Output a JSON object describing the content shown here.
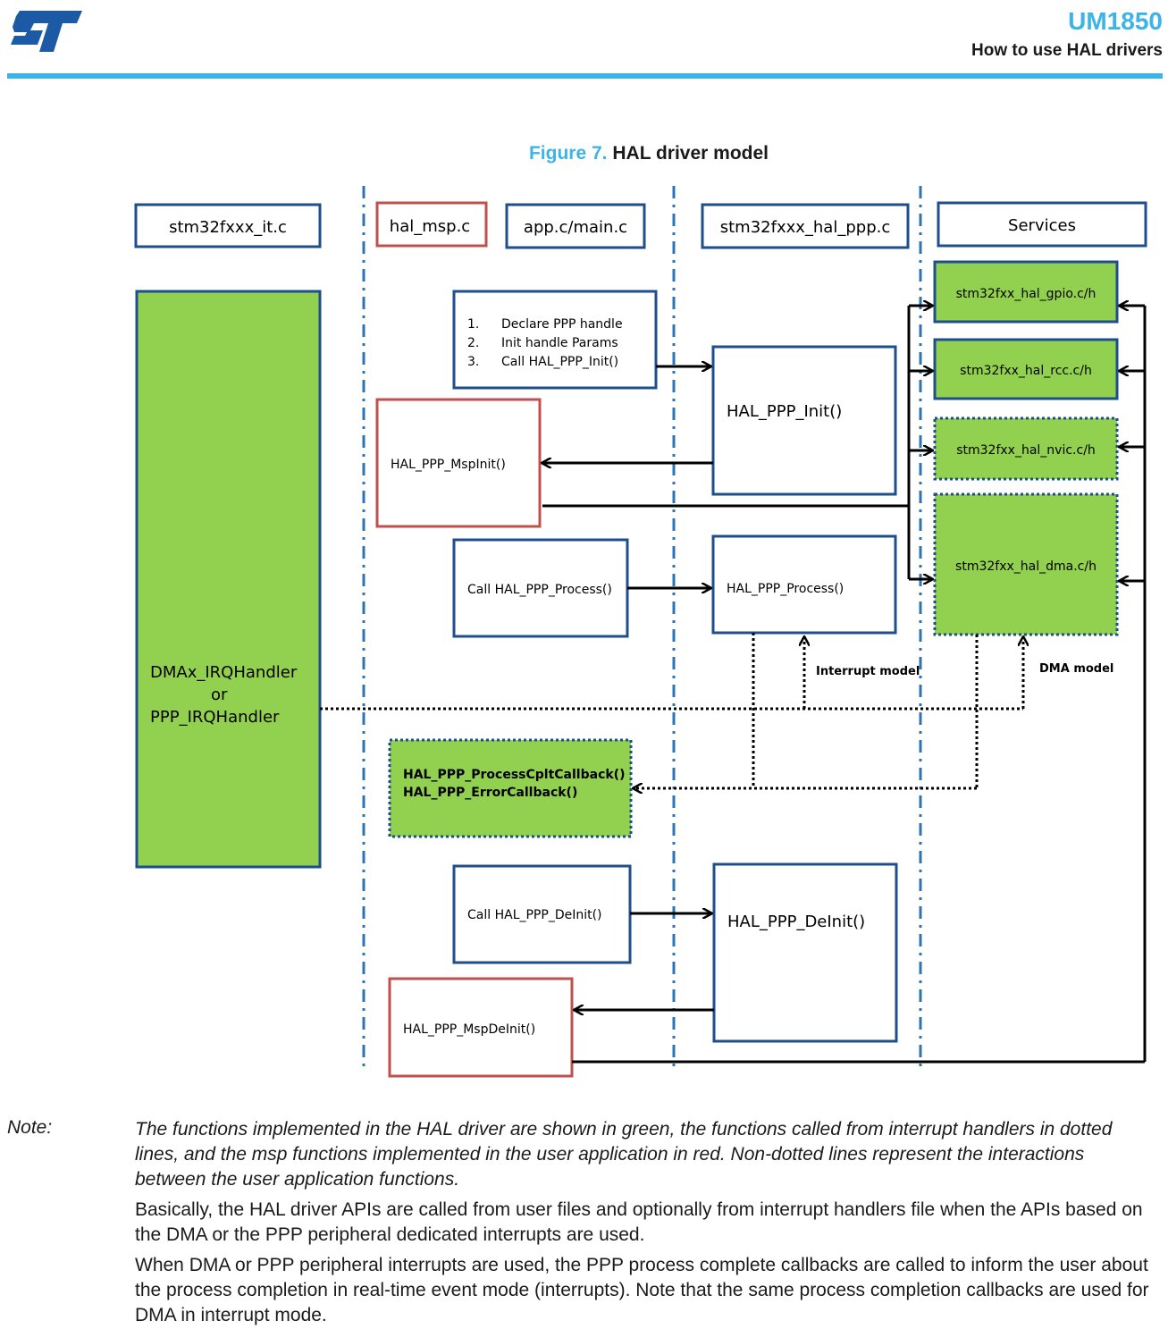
{
  "header": {
    "logo": "ST logo",
    "doc_id": "UM1850",
    "section": "How to use HAL drivers"
  },
  "figure": {
    "number": "Figure 7.",
    "title": "HAL driver model"
  },
  "diagram": {
    "columns": {
      "it": "stm32fxxx_it.c",
      "msp": "hal_msp.c",
      "app": "app.c/main.c",
      "ppp": "stm32fxxx_hal_ppp.c",
      "services": "Services"
    },
    "app_init_steps": [
      {
        "num": "1.",
        "text": "Declare PPP handle"
      },
      {
        "num": "2.",
        "text": "Init handle Params"
      },
      {
        "num": "3.",
        "text": "Call HAL_PPP_Init()"
      }
    ],
    "hal_ppp_init": "HAL_PPP_Init()",
    "hal_ppp_mspinit": "HAL_PPP_MspInit()",
    "call_process": "Call HAL_PPP_Process()",
    "hal_ppp_process": "HAL_PPP_Process()",
    "irq_handler": [
      "DMAx_IRQHandler",
      "or",
      "PPP_IRQHandler"
    ],
    "interrupt_model": "Interrupt model",
    "dma_model": "DMA model",
    "callbacks": [
      "HAL_PPP_ProcessCpltCallback()",
      "HAL_PPP_ErrorCallback()"
    ],
    "call_deinit": "Call HAL_PPP_DeInit()",
    "hal_ppp_deinit": "HAL_PPP_DeInit()",
    "hal_ppp_mspdeinit": "HAL_PPP_MspDeInit()",
    "services": {
      "gpio": "stm32fxx_hal_gpio.c/h",
      "rcc": "stm32fxx_hal_rcc.c/h",
      "nvic": "stm32fxx_hal_nvic.c/h",
      "dma": "stm32fxx_hal_dma.c/h"
    }
  },
  "colors": {
    "accent": "#3cb4e5",
    "box_blue": "#1f4e8c",
    "box_red": "#c0504d",
    "green_fill": "#92d050",
    "divider": "#2e74b5"
  },
  "notes": {
    "label": "Note:",
    "p1": "The functions implemented in the HAL driver are shown in green, the functions called from interrupt handlers in dotted lines, and the msp functions implemented in the user application in red. Non-dotted lines represent the interactions between the user application functions.",
    "p2": "Basically, the HAL driver APIs are called from user files and optionally from interrupt handlers file when the APIs based on the DMA or the PPP peripheral dedicated interrupts are used.",
    "p3": "When DMA or PPP peripheral interrupts are used, the PPP process complete callbacks are called to inform the user about the process completion in real-time event mode (interrupts). Note that the same process completion callbacks are used for DMA in interrupt mode."
  }
}
